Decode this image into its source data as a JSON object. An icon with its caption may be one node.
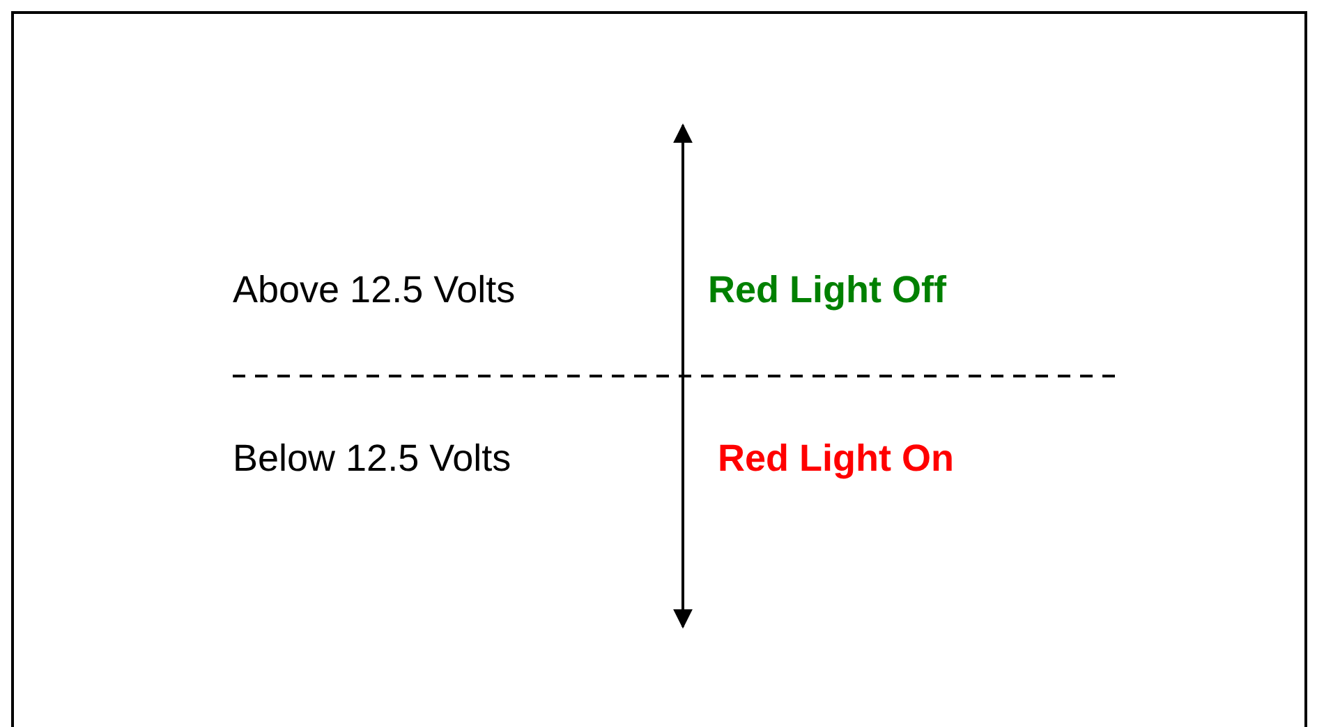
{
  "diagram": {
    "labels": [
      "Above 12.5 Volts",
      "Red Light Off",
      "Below 12.5 Volts",
      "Red Light On"
    ]
  }
}
